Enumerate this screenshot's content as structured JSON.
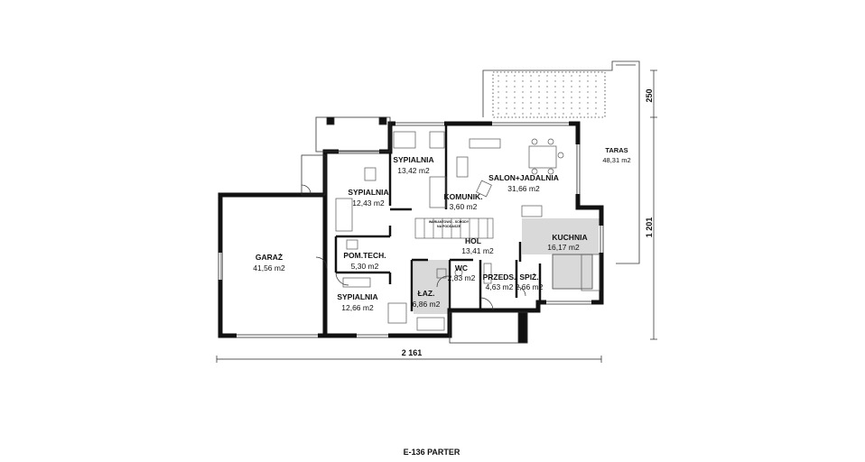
{
  "plan": {
    "caption": "E-136 PARTER",
    "rooms": [
      {
        "id": "garaz",
        "name": "GARAŻ",
        "area": "41,56 m2"
      },
      {
        "id": "sypialnia1",
        "name": "SYPIALNIA",
        "area": "12,43 m2"
      },
      {
        "id": "sypialnia2",
        "name": "SYPIALNIA",
        "area": "13,42 m2"
      },
      {
        "id": "sypialnia3",
        "name": "SYPIALNIA",
        "area": "12,66 m2"
      },
      {
        "id": "pomtech",
        "name": "POM.TECH.",
        "area": "5,30 m2"
      },
      {
        "id": "lazienka",
        "name": "ŁAZ.",
        "area": "6,86 m2"
      },
      {
        "id": "wc",
        "name": "WC",
        "area": "2,83 m2"
      },
      {
        "id": "przeds",
        "name": "PRZEDS.",
        "area": "4,63 m2"
      },
      {
        "id": "spiz",
        "name": "SPIŻ.",
        "area": "2,66 m2"
      },
      {
        "id": "hol",
        "name": "HOL",
        "area": "13,41 m2"
      },
      {
        "id": "komunik",
        "name": "KOMUNIK.",
        "area": "3,60 m2"
      },
      {
        "id": "salon",
        "name": "SALON+JADALNIA",
        "area": "31,66 m2"
      },
      {
        "id": "kuchnia",
        "name": "KUCHNIA",
        "area": "16,17 m2"
      },
      {
        "id": "taras",
        "name": "TARAS",
        "area": "48,31 m2"
      }
    ],
    "stair_note_line1": "WARIANTOWO - SCHODY",
    "stair_note_line2": "NA PODDASZE",
    "dimensions": {
      "width": "2 161",
      "height": "1 201",
      "terrace": "250"
    },
    "colors": {
      "wall": "#111111",
      "floor": "#ffffff",
      "tile": "#d9d9d9",
      "line": "#222222"
    }
  }
}
